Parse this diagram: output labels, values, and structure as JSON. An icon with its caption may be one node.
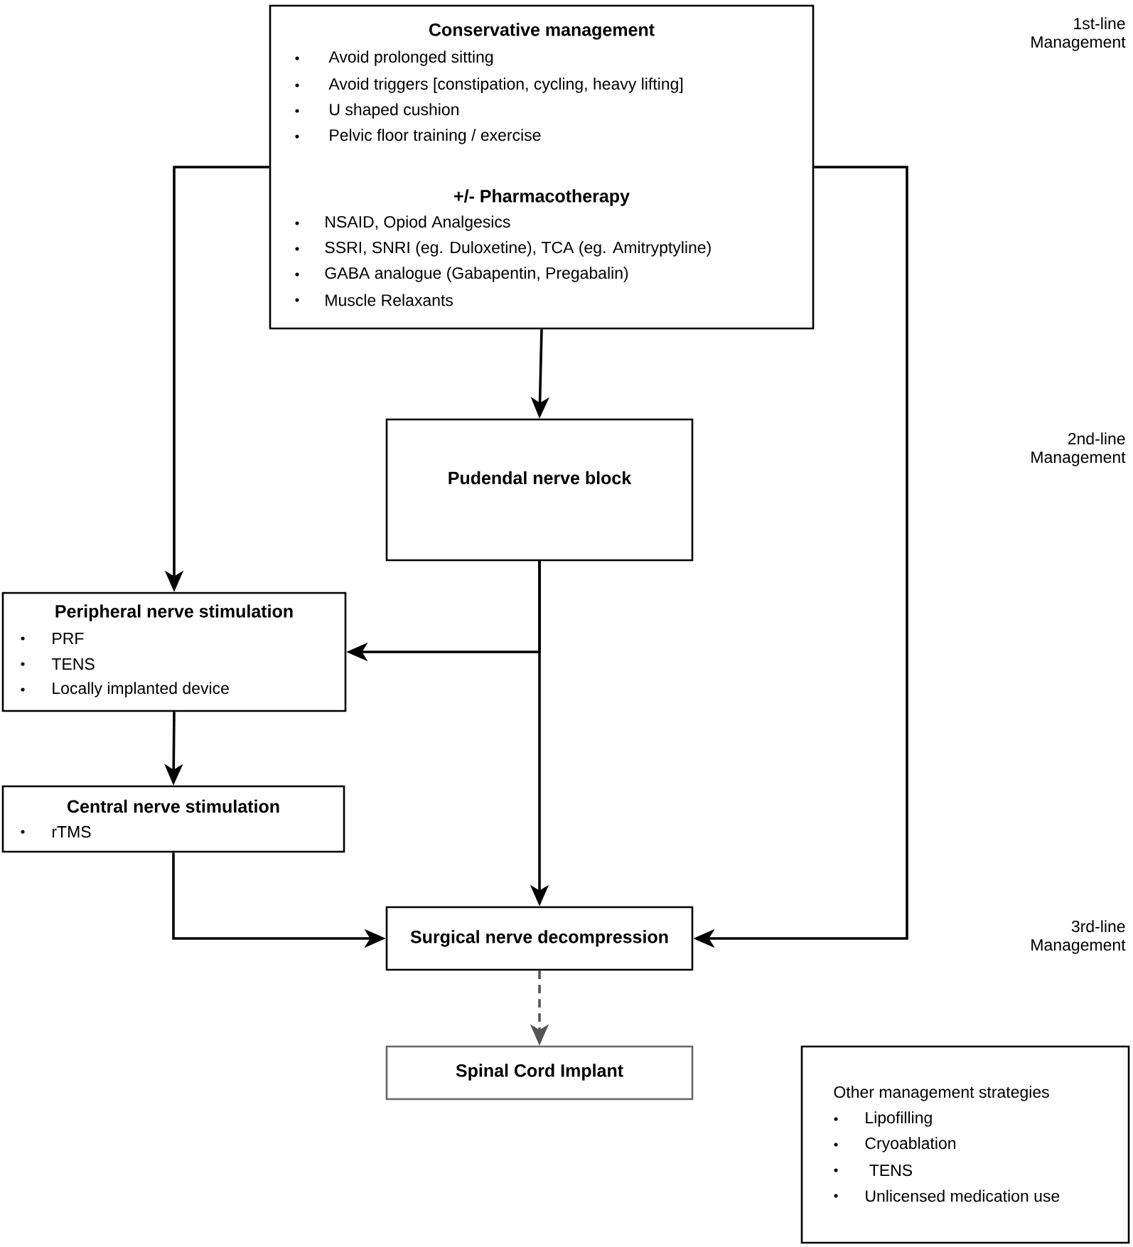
{
  "diagram": {
    "nodes": [
      {
        "text": [
          "Conservative management",
          "Avoid prolonged sitting",
          "Avoid triggers [constipation, cycling, heavy lifting]",
          "U shaped cushion",
          "Pelvic floor training / exercise",
          "+/-  Pharmacotherapy",
          "NSAID, Opiod Analgesics",
          "SSRI, SNRI (eg. Duloxetine), TCA (eg. Amitryptyline)",
          "GABA analogue (Gabapentin, Pregabalin)",
          "Muscle Relaxants"
        ]
      },
      {
        "text": [
          "Pudendal nerve block"
        ]
      },
      {
        "text": [
          "Peripheral nerve stimulation",
          "PRF",
          "TENS",
          "Locally implanted device"
        ]
      },
      {
        "text": [
          "Central nerve stimulation",
          "rTMS"
        ]
      },
      {
        "text": [
          "Surgical nerve decompression"
        ]
      },
      {
        "text": [
          "Spinal Cord Implant"
        ]
      },
      {
        "text": [
          "Other management strategies",
          "Lipofilling",
          "Cryoablation",
          " TENS",
          "Unlicensed medication use"
        ]
      }
    ],
    "edges": [
      {
        "from": 0,
        "to": 1,
        "arrow": "to"
      },
      {
        "from": 0,
        "to": 2,
        "arrow": "to"
      },
      {
        "from": 0,
        "to": 4,
        "arrow": "to"
      },
      {
        "from": 1,
        "to": 2,
        "arrow": "to"
      },
      {
        "from": 1,
        "to": 4,
        "arrow": "to"
      },
      {
        "from": 2,
        "to": 3,
        "arrow": "to"
      },
      {
        "from": 3,
        "to": 4,
        "arrow": "to"
      },
      {
        "from": 4,
        "to": 5,
        "arrow": "to",
        "style": "dashed",
        "color": "#555555"
      }
    ],
    "labels": [
      "1st-line Management",
      "2nd-line Management",
      "3rd-line Management"
    ]
  }
}
